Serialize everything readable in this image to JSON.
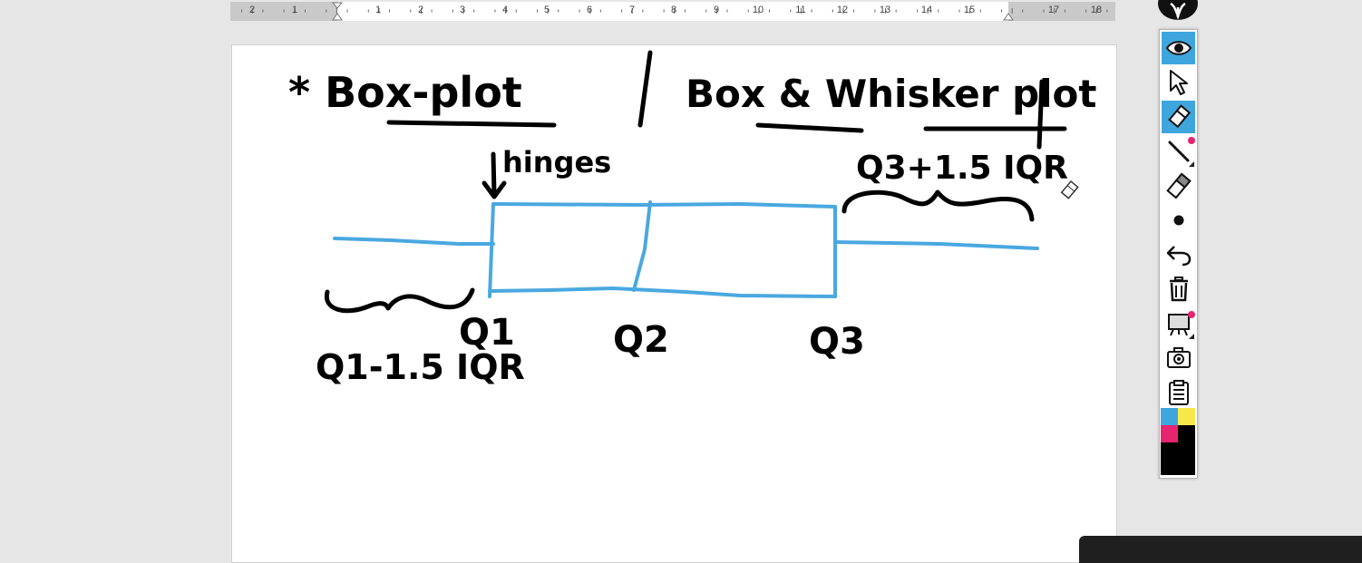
{
  "ruler": {
    "numbers": [
      "2",
      "1",
      "1",
      "2",
      "3",
      "4",
      "5",
      "6",
      "7",
      "8",
      "9",
      "10",
      "11",
      "12",
      "13",
      "14",
      "15",
      "17",
      "18"
    ]
  },
  "note": {
    "title_left": "* Box-plot",
    "separator": "/",
    "title_right": "Box & Whisker plot",
    "hinges_label": "hinges",
    "upper_fence_label": "Q3+1.5 IQR",
    "lower_fence_label": "Q1-1.5 IQR",
    "q1_label": "Q1",
    "q2_label": "Q2",
    "q3_label": "Q3"
  },
  "colors": {
    "ink": "#000000",
    "box_ink": "#4aa8e0",
    "active_tool": "#3ea6dd",
    "swatch_blue": "#3ea6dd",
    "swatch_yellow": "#f7e84a",
    "swatch_pink": "#e6256f",
    "swatch_black": "#000000"
  },
  "toolbar": {
    "tools": [
      "eye-icon",
      "pointer-icon",
      "highlighter-icon",
      "pen-icon",
      "eraser-icon",
      "dot-icon",
      "undo-icon",
      "trash-icon",
      "board-icon",
      "camera-icon",
      "clipboard-icon"
    ],
    "active_tools": [
      "eye-icon",
      "highlighter-icon"
    ]
  }
}
